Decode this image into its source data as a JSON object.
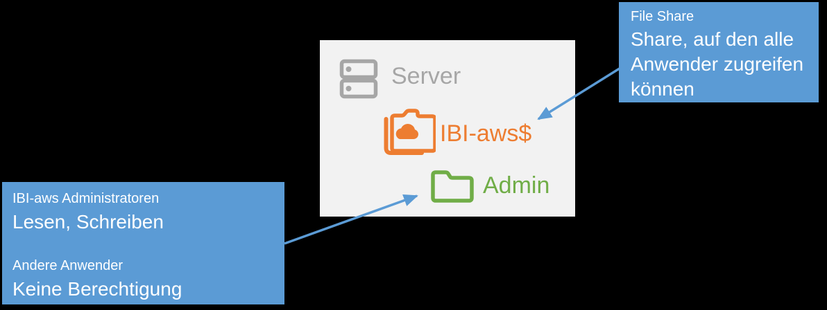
{
  "canvas": {
    "background": "#000000"
  },
  "panel": {
    "background": "#f2f2f2",
    "server_label": "Server",
    "share_label": "IBI-aws$",
    "admin_label": "Admin",
    "gray": "#a6a6a6",
    "orange": "#ed7d31",
    "green": "#70ad47"
  },
  "callout_file_share": {
    "background": "#5b9bd5",
    "text_color": "#ffffff",
    "title": "File Share",
    "line1": "Share, auf den alle",
    "line2": "Anwender zugreifen",
    "line3": "können"
  },
  "callout_permissions": {
    "background": "#5b9bd5",
    "text_color": "#ffffff",
    "group1_label": "IBI-aws Administratoren",
    "group1_value": "Lesen, Schreiben",
    "group2_label": "Andere Anwender",
    "group2_value": "Keine Berechtigung"
  },
  "arrows": {
    "color": "#5b9bd5"
  }
}
